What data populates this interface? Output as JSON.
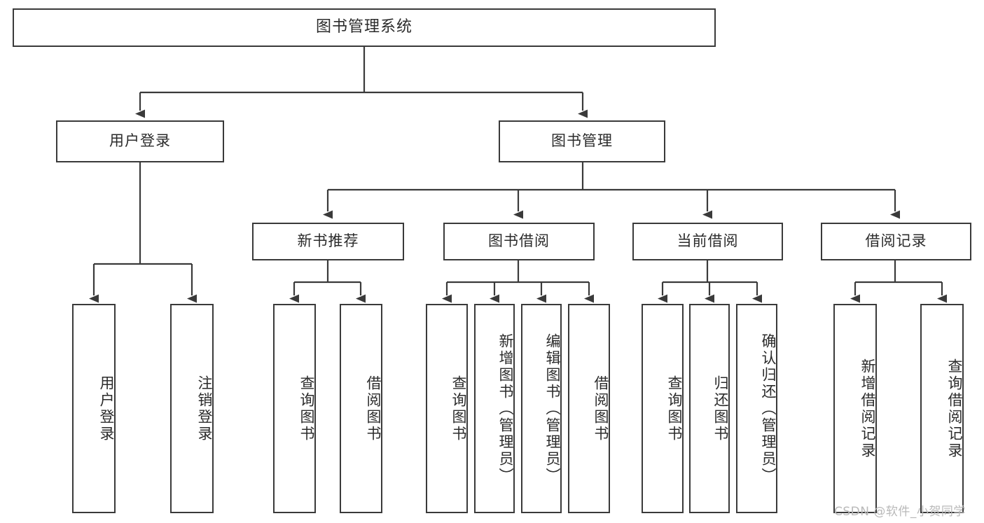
{
  "diagram": {
    "title": "图书管理系统",
    "type": "hierarchy-tree",
    "stroke_color": "#3a3a3a",
    "fill_color": "#ffffff",
    "text_color": "#2b2b2b"
  },
  "nodes": {
    "root": {
      "label": "图书管理系统"
    },
    "level2": [
      {
        "label": "用户登录"
      },
      {
        "label": "图书管理"
      }
    ],
    "level3": [
      {
        "label": "新书推荐"
      },
      {
        "label": "图书借阅"
      },
      {
        "label": "当前借阅"
      },
      {
        "label": "借阅记录"
      }
    ],
    "leaves": {
      "user_login": [
        {
          "label": "用户登录"
        },
        {
          "label": "注销登录"
        }
      ],
      "new_book_recommend": [
        {
          "label": "查询图书"
        },
        {
          "label": "借阅图书"
        }
      ],
      "book_borrow": [
        {
          "label": "查询图书"
        },
        {
          "label": "新增图书（管理员）"
        },
        {
          "label": "编辑图书（管理员）"
        },
        {
          "label": "借阅图书"
        }
      ],
      "current_borrow": [
        {
          "label": "查询图书"
        },
        {
          "label": "归还图书"
        },
        {
          "label": "确认归还（管理员）"
        }
      ],
      "borrow_record": [
        {
          "label": "新增借阅记录"
        },
        {
          "label": "查询借阅记录"
        }
      ]
    }
  },
  "watermark": {
    "text": "CSDN @软件_小贺同学"
  }
}
